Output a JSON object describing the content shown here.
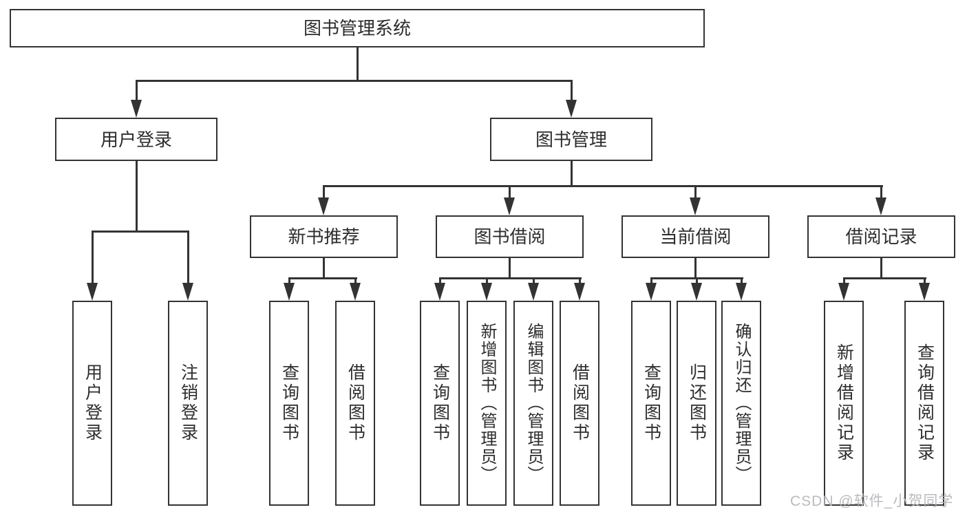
{
  "diagram": {
    "root": {
      "label": "图书管理系统"
    },
    "branches": [
      {
        "label": "用户登录",
        "children": [
          {
            "label": "用户登录"
          },
          {
            "label": "注销登录"
          }
        ]
      },
      {
        "label": "图书管理",
        "groups": [
          {
            "label": "新书推荐",
            "children": [
              {
                "label": "查询图书"
              },
              {
                "label": "借阅图书"
              }
            ]
          },
          {
            "label": "图书借阅",
            "children": [
              {
                "label": "查询图书"
              },
              {
                "label": "新增图书（管理员）"
              },
              {
                "label": "编辑图书（管理员）"
              },
              {
                "label": "借阅图书"
              }
            ]
          },
          {
            "label": "当前借阅",
            "children": [
              {
                "label": "查询图书"
              },
              {
                "label": "归还图书"
              },
              {
                "label": "确认归还（管理员）"
              }
            ]
          },
          {
            "label": "借阅记录",
            "children": [
              {
                "label": "新增借阅记录"
              },
              {
                "label": "查询借阅记录"
              }
            ]
          }
        ]
      }
    ]
  },
  "watermark": {
    "text": "CSDN @软件_小贺同学"
  },
  "colors": {
    "line": "#333333",
    "text": "#2d2d2d",
    "watermark": "#b4b4b8",
    "background": "#ffffff"
  }
}
